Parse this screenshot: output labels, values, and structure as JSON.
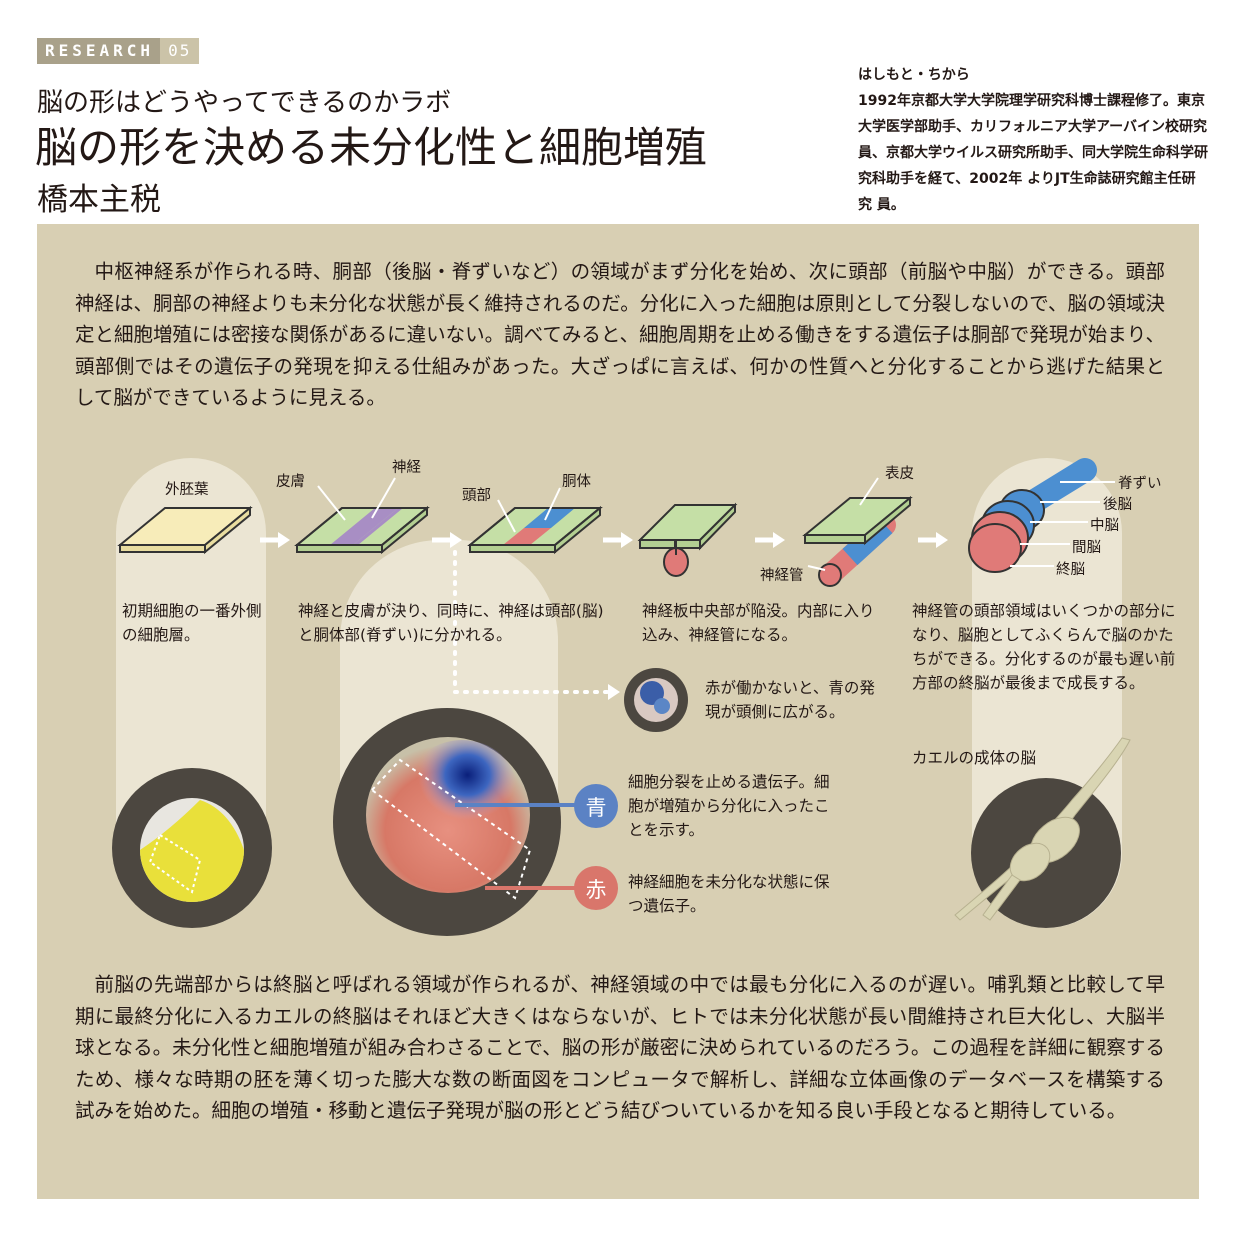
{
  "header": {
    "tag_word": "RESEARCH",
    "tag_number": "05",
    "lab_name": "脳の形はどうやってできるのかラボ",
    "title": "脳の形を決める未分化性と細胞増殖",
    "author": "橋本主税"
  },
  "profile": {
    "text": "はしもと・ちから\n1992年京都大学大学院理学研究科博士課程修了。東京大学医学部助手、カリフォルニア大学アーバイン校研究員、京都大学ウイルス研究所助手、同大学院生命科学研究科助手を経て、2002年 よりJT生命誌研究館主任研究 員。"
  },
  "body": {
    "intro": "中枢神経系が作られる時、胴部（後脳・脊ずいなど）の領域がまず分化を始め、次に頭部（前脳や中脳）ができる。頭部神経は、胴部の神経よりも未分化な状態が長く維持されるのだ。分化に入った細胞は原則として分裂しないので、脳の領域決定と細胞増殖には密接な関係があるに違いない。調べてみると、細胞周期を止める働きをする遺伝子は胴部で発現が始まり、頭部側ではその遺伝子の発現を抑える仕組みがあった。大ざっぱに言えば、何かの性質へと分化することから逃げた結果として脳ができているように見える。",
    "outro": "前脳の先端部からは終脳と呼ばれる領域が作られるが、神経領域の中では最も分化に入るのが遅い。哺乳類と比較して早期に最終分化に入るカエルの終脳はそれほど大きくはならないが、ヒトでは未分化状態が長い間維持され巨大化し、大脳半球となる。未分化性と細胞増殖が組み合わさることで、脳の形が厳密に決められているのだろう。この過程を詳細に観察するため、様々な時期の胚を薄く切った膨大な数の断面図をコンピュータで解析し、詳細な立体画像のデータベースを構築する試みを始めた。細胞の増殖・移動と遺伝子発現が脳の形とどう結びついているかを知る良い手段となると期待している。"
  },
  "diagram": {
    "labels": {
      "ectoderm": "外胚葉",
      "skin": "皮膚",
      "nerve": "神経",
      "head": "頭部",
      "trunk": "胴体",
      "epidermis": "表皮",
      "neural_tube": "神経管",
      "spinal_cord": "脊ずい",
      "hindbrain": "後脳",
      "midbrain": "中脳",
      "diencephalon": "間脳",
      "telencephalon": "終脳"
    },
    "captions": {
      "step1": "初期細胞の一番外側の細胞層。",
      "step2": "神経と皮膚が決り、同時に、神経は頭部(脳)と胴体部(脊ずい)に分かれる。",
      "step3": "神経板中央部が陥没。内部に入り込み、神経管になる。",
      "step4": "神経管の頭部領域はいくつかの部分になり、脳胞としてふくらんで脳のかたちができる。分化するのが最も遅い前方部の終脳が最後まで成長する。",
      "red_missing": "赤が働かないと、青の発現が頭側に広がる。",
      "frog_brain": "カエルの成体の脳"
    },
    "legend": {
      "blue_badge": "青",
      "blue_text": "細胞分裂を止める遺伝子。細胞が増殖から分化に入ったことを示す。",
      "red_badge": "赤",
      "red_text": "神経細胞を未分化な状態に保つ遺伝子。"
    },
    "colors": {
      "panel": "#d8cfb3",
      "pill": "#ebe5d3",
      "green": "#c5dfa6",
      "purple": "#a88ec4",
      "blue": "#4c8fd1",
      "red": "#e07a78",
      "cream": "#f7ecb9",
      "dark": "#4c4740",
      "badge_blue": "#5b82c4",
      "badge_red": "#d9766b"
    }
  }
}
